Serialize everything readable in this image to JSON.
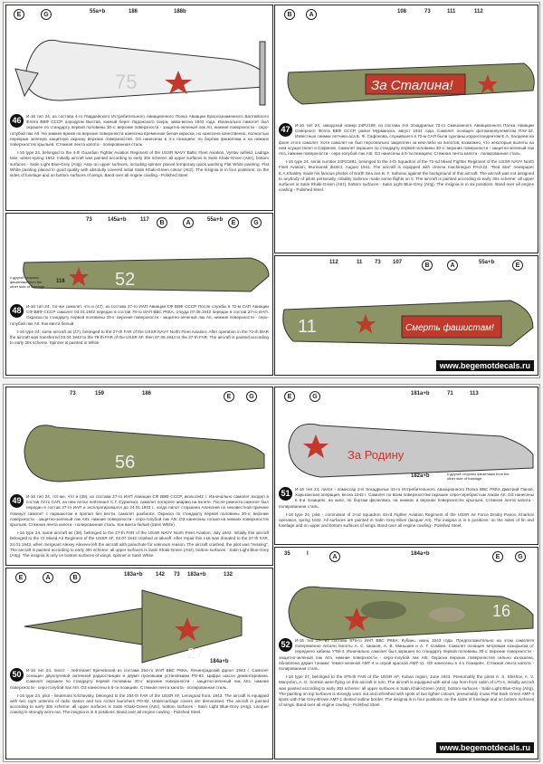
{
  "panels": [
    {
      "id": "46",
      "callouts": [
        "E",
        "G",
        "55a+b",
        "186",
        "188b"
      ],
      "marking": "75",
      "ru": "И-16 тип 24, из состава 4-го Гвардейского Истребительного Авиационного Полка Авиации Краснознаменного Балтийского Флота ВВФ СССР, аэродром Выстав, южный берег Ладожского озера, зима-весна 1942 года. Изначально самолет был окрашен по стандарту первой половины 30-х: верхние поверхности - защитно-зеленый лак AII, нижние поверхности - серо-голубой лак AII. На зимнее время на верхние поверхности нанесена временная белая окраска, но нанесена качественно, полностью перекрыв зеленую защитную окраску верхних поверхностей. ОЗ нанесены в 4-х позициях: по бортам фюзеляжа и на нижних поверхностях крыльев. Стяжная лента капота - полированная сталь.",
      "en": "I-16 type 24, belonged to the 4-th Guardian Fighter Aviation Regiment of the USSR NAVY Baltic Fleet Aviation, Vystav airfield, Ladoga lake, winter-spring 1942. Initially aircraft was painted according to early 30s scheme: all upper surfaces is Satin Khaki-Green (AIIz), bottom surfaces - Satin Light Blue-Grey (AIIg). Atop on upper surfaces, including spinner placed temporary quick washing Flat White painting. Flat White painting placed in good quality with absolutly covered initial Satin Khaki-Green colour (AIIz). The insignia is in four positions: on the sides of fuselage and on bottom surfaces of wings. Band over all engine cowling - Polished Steel."
    },
    {
      "id": "47",
      "callouts": [
        "B",
        "A",
        "108",
        "73",
        "111",
        "112"
      ],
      "marking": "За Сталина!",
      "ru": "И-16 тип 24, заводской номер 24Р2189, из состава 4-й Эскадрильи 72-го Смешанного Авиационного Полка Авиации Северного Флота ВВФ СССР, район Мурманска, август 1941 года. Самолет оснащен фотокинопулеметом ПАУ-22. Известные снимки летчика-аса Б. Ф. Сафонова, служившего в 72-м САП были сделаны корреспондентом Е.А. Халдеем на фоне этого самолет. Хотя самолет не был персонально закреплен за кем-либо из пилотов, возможно, что некоторые вылеты на нем осуществлял и Сафонов. Самолет окрашен по стандарту первой половины 30-х: верхние поверхности - защитно-зеленый лак AIIз, нижние поверхности - серо-голубой лак AIIг. ОЗ нанесены в 6-ти позициях. Стяжная лента капота - полированная сталь.",
      "en": "I-16 type 24, serial number 24P21891, belonged to the 4-th Squadron of the 72-nd Mixed Fighter Regiment of the USSR NAVY North Fleet Aviation, Murmansk district, August 1941. The aircraft is equipped with cinema machinegun PAU-22. \"Red Star\" newspaper E.A.Khaldey made his famous photos of North Sea ace B. F. Safonov against the background of this aircraft. The aircraft was not assigned to anybody of pilots personally, robably Safonov made some flights on it. The aircraft is painted according to early 30s scheme: all upper surfaces is Satin Khaki-Green (AIIz), bottom surfaces - Satin Light Blue-Grey (AIIg). The insignia is in six positions. Band over all engine cowling - Polished Steel."
    },
    {
      "id": "48",
      "callouts": [
        "73",
        "145a+b",
        "117",
        "B",
        "A",
        "55a+b",
        "E",
        "G"
      ],
      "marking": "52",
      "note": "с другой стороны фюзеляжа from the other side of fuselage",
      "note_num": "116",
      "ru": "И-16 тип 24, тот-же самолет, что и (47), из состава 27-го ИАП Авиации СФ ВВФ СССР. После службы в 72-м САП Авиации СФ ВВФ СССР самолет 03.04.1942 передан в состав 78-го ИАП ВВС РККА, откуда 07.06.1942 передан в состав 27-го ИАП. Окраска по стандарту первой половины 30-х: верхние поверхности - защитно-зеленый лак AII, нижние поверхности - серо-голубой лак AII. Кок винта белый.",
      "en": "I-16 type 24, same aircraft as (47), belonged to the 27-th FAR of the USSR NAVY North Fleet Aviation. After operation in the 72-th MAR the aircraft was transferred 03.04.1942 to the 78-th FAR of the USSR AF, then 07.06.1942 to the 27-th FAR. The aircraft is painted according to early 30s scheme. Spinner is painted in White."
    },
    {
      "id": "47b",
      "callouts": [
        "112",
        "11",
        "73",
        "107",
        "B",
        "A",
        "55a+b",
        "E"
      ],
      "marking": "Смерть фашистам!"
    },
    {
      "id": "49",
      "callouts": [
        "73",
        "159",
        "186",
        "E",
        "G"
      ],
      "marking": "56",
      "ru": "И-16 тип 24, тот-же, что и (39), из состава 27-го ИАП Авиации СФ ВВФ СССР, июль1942 г. Изначально самолет входил в состав 72-го САП, на нем летал лейтенант С.Г. Сурженко, самолет потерпел аварию на взлете. После ремонта самолет был передан в состав 27-го ИАП и эксплуатировался до 24.01.1943 г., когда пилот старшина Алексеев по неизвестной причине покинул самолет с парашютом и пропал без вести, самолет разбился. Окраска по стандарту первой половины 30-х: верхние поверхности - защитно-зеленый лак AIIз, нижние поверхности - серо-голубой лак AIIг. ОЗ нанесены только на нижних поверхностях крыльев. Стяжная лента капота - полированная сталь. Кок винта белый (Satin White).",
      "en": "I-16 type 24, same aircraft as (39), belonged to the 27-th FAR of the USSR NAVY North Fleet Aviation, July 1942. Initially this aircraft belonged to the 72 Mixed Air Regiment of the USSR AF, 02.07.1942 crashed at takeoff. After repair this I-16 was donated to the 27-th FAR, 24.01.1943, when Sergeant Alexey Alexeev left the aircraft with parachute for unknown reason. The aircraft crashed, the pilot was \"missing\". The aircraft is painted according to early 30s scheme: all upper surfaces is Satin Khaki-Green (AIIz), bottom surfaces - Satin Light Blue-Grey (AIIg). The insignia is only on bottom surfaces of wings, spinner is Satin White."
    },
    {
      "id": "50",
      "callouts": [
        "E",
        "A",
        "B",
        "183a+b",
        "142",
        "73",
        "183a+b",
        "132"
      ],
      "marking": "27",
      "note_num": "184a+b",
      "ru": "И-16 тип 24, пилот - лейтенант Кричевский из состава 254-го ИАП ВВС РККА, Ленинградский фронт 1943 г. Самолет оснащен двухлучевой антенной радиостанции и двумя пусковыми установками РО-82. Цифра шасси демонтирована. Самолет окрашен по стандарту первой половины 30-х: верхние поверхности - защитно-зеленый лак AIIз, нижние поверхности - серо-голубой лак AIIг. ОЗ нанесены в 6-ти позициях. Стяжная лента капота - полированная сталь.",
      "en": "I-16 type 24, pilot - lieutenant Krichevsky, belonged to the 254-th FAR of the USSR AF, Leningrad front, 1943. The aircraft is equipped with two ray's antenna of radio station and two rocket launchers PO-82. Undercarriage covers are demounted. The aircraft is painted according to early 30s scheme: all upper surfaces is Satin Khaki-Green (AIIz), bottom surfaces - Satin Light Blue-Grey (AIIg). Lacquer coating is strongly worn out. The insignia is in 6 positions. Band over all engine cowling - Polished Steel."
    },
    {
      "id": "51",
      "callouts": [
        "E",
        "G",
        "181a+b",
        "71",
        "113"
      ],
      "marking": "За Родину",
      "note": "с другой стороны фюзеляжа from the other side of fuselage",
      "note_num": "182a+b",
      "ru": "И-16 тип 24, пилот - комиссар 2-й Эскадрильи 43-го Истребительного Авиационного Полка ВВС РККА Дмитрий Панов, Харьковская операция, весна 1942 г. Самолет по всем поверхностям окрашен серо-серебристым лаком АII. ОЗ нанесены в 6-и позициях: на киле, по бортам фюзеляжа, на нижних и верхних поверхностях крыльев. Стяжная лента капота - полированная сталь.",
      "en": "I-16 type 24, pilot - commissar of 2-nd Squadron 43-rd Fighter Aviation Regiment of the USSR Air Force Dmitry Panov, Kharkov operation, spring 1942. All surfaces are painted in Satin Grey-Silver (lacquer AII). The insignia is in 6 positions: on the sides of fin and fuselage and on upper and bottom surfaces of wings. Band over all engine cowling - Polished Steel."
    },
    {
      "id": "52",
      "callouts": [
        "35",
        "I",
        "A",
        "184a+b",
        "E",
        "G"
      ],
      "marking": "16",
      "ru": "И-16 тип 27, из состава 975-го ИАП ВВС РККА, Кубань, июнь 1943 года. Предположительно на этом самолете попеременно летали пилоты А. С. Шишов, А. В. Маньшин и А. Г. Сомкин. Самолет оснащен ветровым козырьком от переднего кабины УТИ-4. Изначально самолет был окрашен по стандарту первой половины 30-х: верхние поверхности - защитно-зеленый лак AIIз, нижние поверхности - серо-голубой лак AIIг. Окраска верхних поверхностей сильно изношена, обновлена двумя тонами: темно-зеленой АМТ-4 и серой краской АМТ-11. ОЗ нанесены в 4-х позициях. Стяжная лента капота - полированная сталь.",
      "en": "I-16 type 27, belonged to the 975-th FAR of the USSR AF, Kuban region, June 1943. Presumably the pilots A. S. Shishov, A. V. Manyshin, A. G. Somkin were flying on this aircraft in turn. The aircraft is equipped with wind cap from front cabin of UTI-4. Initially aircraft was painted according to early 30s scheme: all upper surfaces is Satin Khaki-Green (AIIz), bottom surfaces - Satin Light Blue-Grey (AIIg). The painting on top surfaces is strongly worn out and refreshed with spots of two lighter colours, presumably it was Flat Dark Green AMT-4 spots with Flat Grey-Brown AMT-1 dented outline border. The insignia is in four positions: on the sides of fuselage and on bottom surfaces of wings. Band over all engine cowling - Polished Steel."
    }
  ],
  "website": "www.begemotdecals.ru",
  "colors": {
    "green": "#8c9466",
    "white": "#eeeeee",
    "silver": "#c8c8c8",
    "star": "#c0392b",
    "bluegrey": "#b8c4c8"
  }
}
